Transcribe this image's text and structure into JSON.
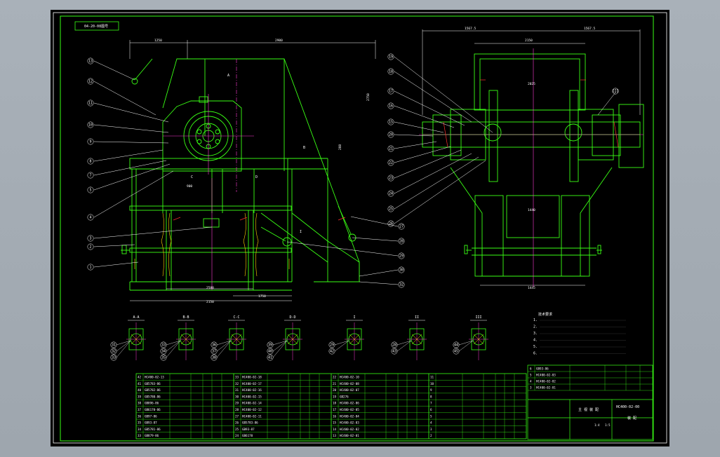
{
  "drawing": {
    "code_box": "04-20-08图号",
    "drawing_number": "HC400-02-00",
    "title_left": "主 视 装 配",
    "title_right": "装 配",
    "scale_cells": [
      "1:4",
      "1:5"
    ],
    "colors": {
      "frame": "#39ff14",
      "detail": "#39ff14",
      "leader": "#ffffff",
      "centerline": "#ff3bd4",
      "hatch": "#ffd400",
      "annotation": "#ff3030",
      "dimension_text": "#ffffff"
    },
    "front_view": {
      "dimensions": [
        "1250",
        "2900",
        "2750",
        "288",
        "2150",
        "1750",
        "2580",
        "900"
      ],
      "balloons_left": [
        "13",
        "12",
        "11",
        "10",
        "9",
        "8",
        "7",
        "5",
        "4",
        "3",
        "2",
        "1"
      ],
      "balloons_right": [
        "27",
        "28",
        "29",
        "30",
        "32"
      ],
      "section_markers": [
        "A",
        "B",
        "C",
        "D",
        "I"
      ]
    },
    "side_view": {
      "dimensions": [
        "1567.5",
        "1567.5",
        "2150",
        "2025",
        "1440",
        "1445"
      ],
      "balloons_left": [
        "19",
        "18",
        "17",
        "16",
        "15",
        "20",
        "21",
        "22",
        "23",
        "24",
        "25",
        "26"
      ],
      "balloons_right": [
        "III"
      ]
    },
    "section_views": [
      {
        "title": "A-A",
        "balloons": [
          "31",
          "32",
          "33"
        ]
      },
      {
        "title": "B-B",
        "balloons": [
          "33",
          "34",
          "35"
        ]
      },
      {
        "title": "C-C",
        "balloons": [
          "36",
          "37",
          "38"
        ]
      },
      {
        "title": "D-D",
        "balloons": [
          "39",
          "40",
          "41"
        ]
      },
      {
        "title": "I",
        "balloons": [
          "29",
          "42"
        ]
      },
      {
        "title": "II",
        "balloons": [
          "28",
          "43"
        ]
      },
      {
        "title": "III",
        "balloons": [
          "44",
          "45"
        ]
      }
    ],
    "notes_title": "技术要求",
    "notes": [
      "1.",
      "2.",
      "3.",
      "4.",
      "5.",
      "6."
    ],
    "bom_columns_count": 4,
    "bom_rows": [
      [
        "42",
        "HC400-02-13",
        "33",
        "HC400-02-18",
        "22",
        "HC400-02-10",
        "11"
      ],
      [
        "41",
        "GB5783-86",
        "32",
        "HC400-02-17",
        "21",
        "HC400-02-08",
        "10"
      ],
      [
        "40",
        "GB5782-86",
        "31",
        "HC400-02-16",
        "20",
        "HC400-02-07",
        "9"
      ],
      [
        "39",
        "GB5780-86",
        "30",
        "HC400-02-15",
        "19",
        "GB276",
        "8"
      ],
      [
        "38",
        "GB896-86",
        "29",
        "HC400-02-14",
        "18",
        "HC400-02-06",
        "7"
      ],
      [
        "37",
        "GB6170-86",
        "28",
        "HC400-02-12",
        "17",
        "HC400-02-05",
        "6"
      ],
      [
        "36",
        "GB97-86",
        "27",
        "HC400-02-11",
        "16",
        "HC400-02-04",
        "5"
      ],
      [
        "35",
        "GB93-87",
        "26",
        "GB5783-86",
        "15",
        "HC400-02-03",
        "4"
      ],
      [
        "34",
        "GB5781-86",
        "25",
        "GB93-87",
        "14",
        "HC400-02-02",
        "3"
      ],
      [
        "33",
        "GB879-86",
        "24",
        "GB6170",
        "13",
        "HC400-02-01",
        "2"
      ]
    ],
    "title_block_rows": [
      [
        "6",
        "GB93-86",
        "",
        ""
      ],
      [
        "5",
        "HC400-02-03",
        "",
        ""
      ],
      [
        "4",
        "HC400-02-02",
        "",
        ""
      ],
      [
        "3",
        "HC400-02-01",
        "",
        ""
      ]
    ]
  }
}
